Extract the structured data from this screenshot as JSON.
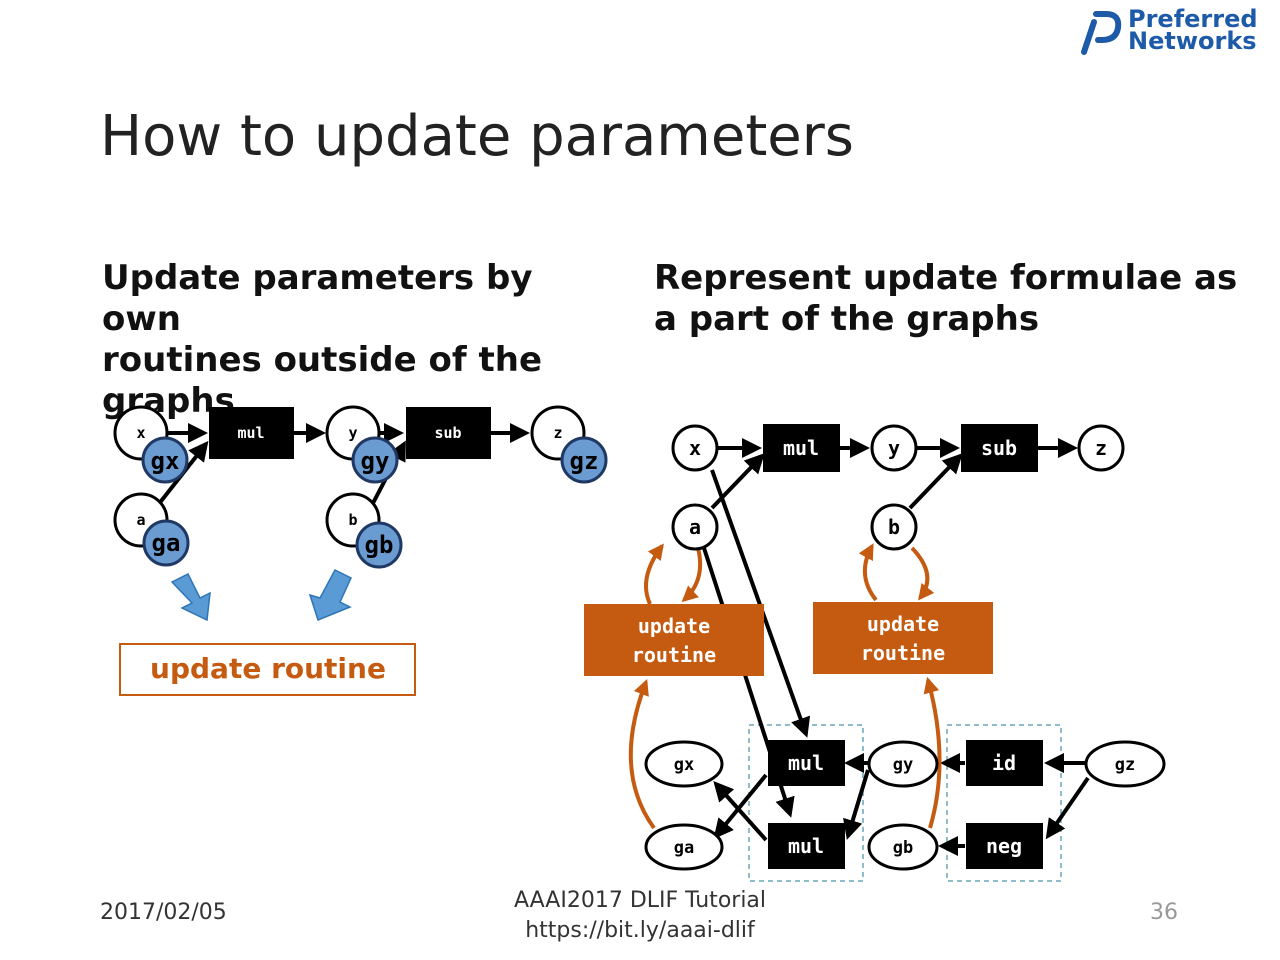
{
  "slide": {
    "title": "How to update parameters",
    "footer_date": "2017/02/05",
    "footer_center_line1": "AAAI2017 DLIF Tutorial",
    "footer_center_line2": "https://bit.ly/aaai-dlif",
    "page_number": "36"
  },
  "logo": {
    "line1": "Preferred",
    "line2": "Networks",
    "color": "#1d5aa8"
  },
  "left": {
    "heading_line1": "Update parameters by own",
    "heading_line2": "routines outside of the",
    "heading_line3": "graphs",
    "nodes": {
      "x": "x",
      "gx": "gx",
      "mul": "mul",
      "y": "y",
      "gy": "gy",
      "sub": "sub",
      "z": "z",
      "gz": "gz",
      "a": "a",
      "ga": "ga",
      "b": "b",
      "gb": "gb"
    },
    "update_routine": "update routine"
  },
  "right": {
    "heading_line1": "Represent update formulae as",
    "heading_line2": "a part of the graphs",
    "nodes": {
      "x": "x",
      "mul": "mul",
      "y": "y",
      "sub": "sub",
      "z": "z",
      "a": "a",
      "b": "b",
      "update_a_line1": "update",
      "update_a_line2": "routine",
      "update_b_line1": "update",
      "update_b_line2": "routine",
      "gx": "gx",
      "ga": "ga",
      "mul_top": "mul",
      "mul_bottom": "mul",
      "gy": "gy",
      "gb": "gb",
      "id": "id",
      "neg": "neg",
      "gz": "gz"
    }
  },
  "colors": {
    "orange": "#c55a11",
    "blue": "#6a9bd1",
    "blue_border": "#1f3864",
    "arrow_blue": "#5b9bd5",
    "dashed": "#6aa6b8"
  }
}
